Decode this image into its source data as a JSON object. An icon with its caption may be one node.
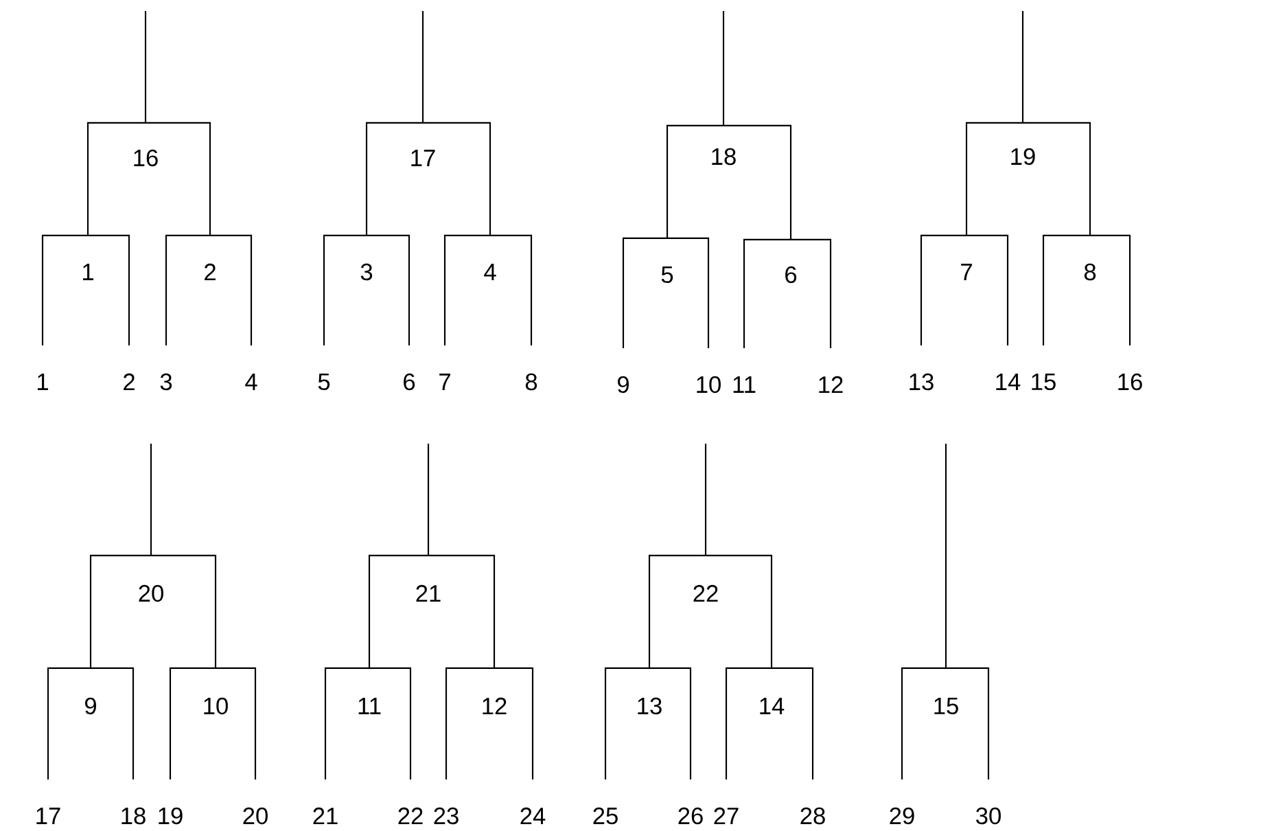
{
  "diagram": {
    "nodes": [
      {
        "text": [
          "16"
        ]
      },
      {
        "text": [
          "17"
        ]
      },
      {
        "text": [
          "18"
        ]
      },
      {
        "text": [
          "19"
        ]
      },
      {
        "text": [
          "1"
        ]
      },
      {
        "text": [
          "2"
        ]
      },
      {
        "text": [
          "3"
        ]
      },
      {
        "text": [
          "4"
        ]
      },
      {
        "text": [
          "5"
        ]
      },
      {
        "text": [
          "6"
        ]
      },
      {
        "text": [
          "7"
        ]
      },
      {
        "text": [
          "8"
        ]
      },
      {
        "text": [
          "1"
        ]
      },
      {
        "text": [
          "2"
        ]
      },
      {
        "text": [
          "3"
        ]
      },
      {
        "text": [
          "4"
        ]
      },
      {
        "text": [
          "5"
        ]
      },
      {
        "text": [
          "6"
        ]
      },
      {
        "text": [
          "7"
        ]
      },
      {
        "text": [
          "8"
        ]
      },
      {
        "text": [
          "9"
        ]
      },
      {
        "text": [
          "10"
        ]
      },
      {
        "text": [
          "11"
        ]
      },
      {
        "text": [
          "12"
        ]
      },
      {
        "text": [
          "13"
        ]
      },
      {
        "text": [
          "14"
        ]
      },
      {
        "text": [
          "15"
        ]
      },
      {
        "text": [
          "16"
        ]
      },
      {
        "text": [
          "20"
        ]
      },
      {
        "text": [
          "21"
        ]
      },
      {
        "text": [
          "22"
        ]
      },
      {
        "text": [
          "9"
        ]
      },
      {
        "text": [
          "10"
        ]
      },
      {
        "text": [
          "11"
        ]
      },
      {
        "text": [
          "12"
        ]
      },
      {
        "text": [
          "13"
        ]
      },
      {
        "text": [
          "14"
        ]
      },
      {
        "text": [
          "15"
        ]
      },
      {
        "text": [
          "17"
        ]
      },
      {
        "text": [
          "18"
        ]
      },
      {
        "text": [
          "19"
        ]
      },
      {
        "text": [
          "20"
        ]
      },
      {
        "text": [
          "21"
        ]
      },
      {
        "text": [
          "22"
        ]
      },
      {
        "text": [
          "23"
        ]
      },
      {
        "text": [
          "24"
        ]
      },
      {
        "text": [
          "25"
        ]
      },
      {
        "text": [
          "26"
        ]
      },
      {
        "text": [
          "27"
        ]
      },
      {
        "text": [
          "28"
        ]
      },
      {
        "text": [
          "29"
        ]
      },
      {
        "text": [
          "30"
        ]
      }
    ],
    "edges": [
      {
        "from": null,
        "to": 0,
        "arrow": "none"
      },
      {
        "from": null,
        "to": 1,
        "arrow": "none"
      },
      {
        "from": null,
        "to": 2,
        "arrow": "none"
      },
      {
        "from": null,
        "to": 3,
        "arrow": "none"
      },
      {
        "from": 0,
        "to": 4,
        "arrow": "none"
      },
      {
        "from": 0,
        "to": 5,
        "arrow": "none"
      },
      {
        "from": 1,
        "to": 6,
        "arrow": "none"
      },
      {
        "from": 1,
        "to": 7,
        "arrow": "none"
      },
      {
        "from": 2,
        "to": 8,
        "arrow": "none"
      },
      {
        "from": 2,
        "to": 9,
        "arrow": "none"
      },
      {
        "from": 3,
        "to": 10,
        "arrow": "none"
      },
      {
        "from": 3,
        "to": 11,
        "arrow": "none"
      },
      {
        "from": 4,
        "to": 12,
        "arrow": "none"
      },
      {
        "from": 4,
        "to": 13,
        "arrow": "none"
      },
      {
        "from": 5,
        "to": 14,
        "arrow": "none"
      },
      {
        "from": 5,
        "to": 15,
        "arrow": "none"
      },
      {
        "from": 6,
        "to": 16,
        "arrow": "none"
      },
      {
        "from": 6,
        "to": 17,
        "arrow": "none"
      },
      {
        "from": 7,
        "to": 18,
        "arrow": "none"
      },
      {
        "from": 7,
        "to": 19,
        "arrow": "none"
      },
      {
        "from": 8,
        "to": 20,
        "arrow": "none"
      },
      {
        "from": 8,
        "to": 21,
        "arrow": "none"
      },
      {
        "from": 9,
        "to": 22,
        "arrow": "none"
      },
      {
        "from": 9,
        "to": 23,
        "arrow": "none"
      },
      {
        "from": 10,
        "to": 24,
        "arrow": "none"
      },
      {
        "from": 10,
        "to": 25,
        "arrow": "none"
      },
      {
        "from": 11,
        "to": 26,
        "arrow": "none"
      },
      {
        "from": 11,
        "to": 27,
        "arrow": "none"
      },
      {
        "from": null,
        "to": 28,
        "arrow": "none"
      },
      {
        "from": null,
        "to": 29,
        "arrow": "none"
      },
      {
        "from": null,
        "to": 30,
        "arrow": "none"
      },
      {
        "from": null,
        "to": 37,
        "arrow": "none"
      },
      {
        "from": 28,
        "to": 31,
        "arrow": "none"
      },
      {
        "from": 28,
        "to": 32,
        "arrow": "none"
      },
      {
        "from": 29,
        "to": 33,
        "arrow": "none"
      },
      {
        "from": 29,
        "to": 34,
        "arrow": "none"
      },
      {
        "from": 30,
        "to": 35,
        "arrow": "none"
      },
      {
        "from": 30,
        "to": 36,
        "arrow": "none"
      },
      {
        "from": 31,
        "to": 38,
        "arrow": "none"
      },
      {
        "from": 31,
        "to": 39,
        "arrow": "none"
      },
      {
        "from": 32,
        "to": 40,
        "arrow": "none"
      },
      {
        "from": 32,
        "to": 41,
        "arrow": "none"
      },
      {
        "from": 33,
        "to": 42,
        "arrow": "none"
      },
      {
        "from": 33,
        "to": 43,
        "arrow": "none"
      },
      {
        "from": 34,
        "to": 44,
        "arrow": "none"
      },
      {
        "from": 34,
        "to": 45,
        "arrow": "none"
      },
      {
        "from": 35,
        "to": 46,
        "arrow": "none"
      },
      {
        "from": 35,
        "to": 47,
        "arrow": "none"
      },
      {
        "from": 36,
        "to": 48,
        "arrow": "none"
      },
      {
        "from": 36,
        "to": 49,
        "arrow": "none"
      },
      {
        "from": 37,
        "to": 50,
        "arrow": "none"
      },
      {
        "from": 37,
        "to": 51,
        "arrow": "none"
      }
    ]
  }
}
